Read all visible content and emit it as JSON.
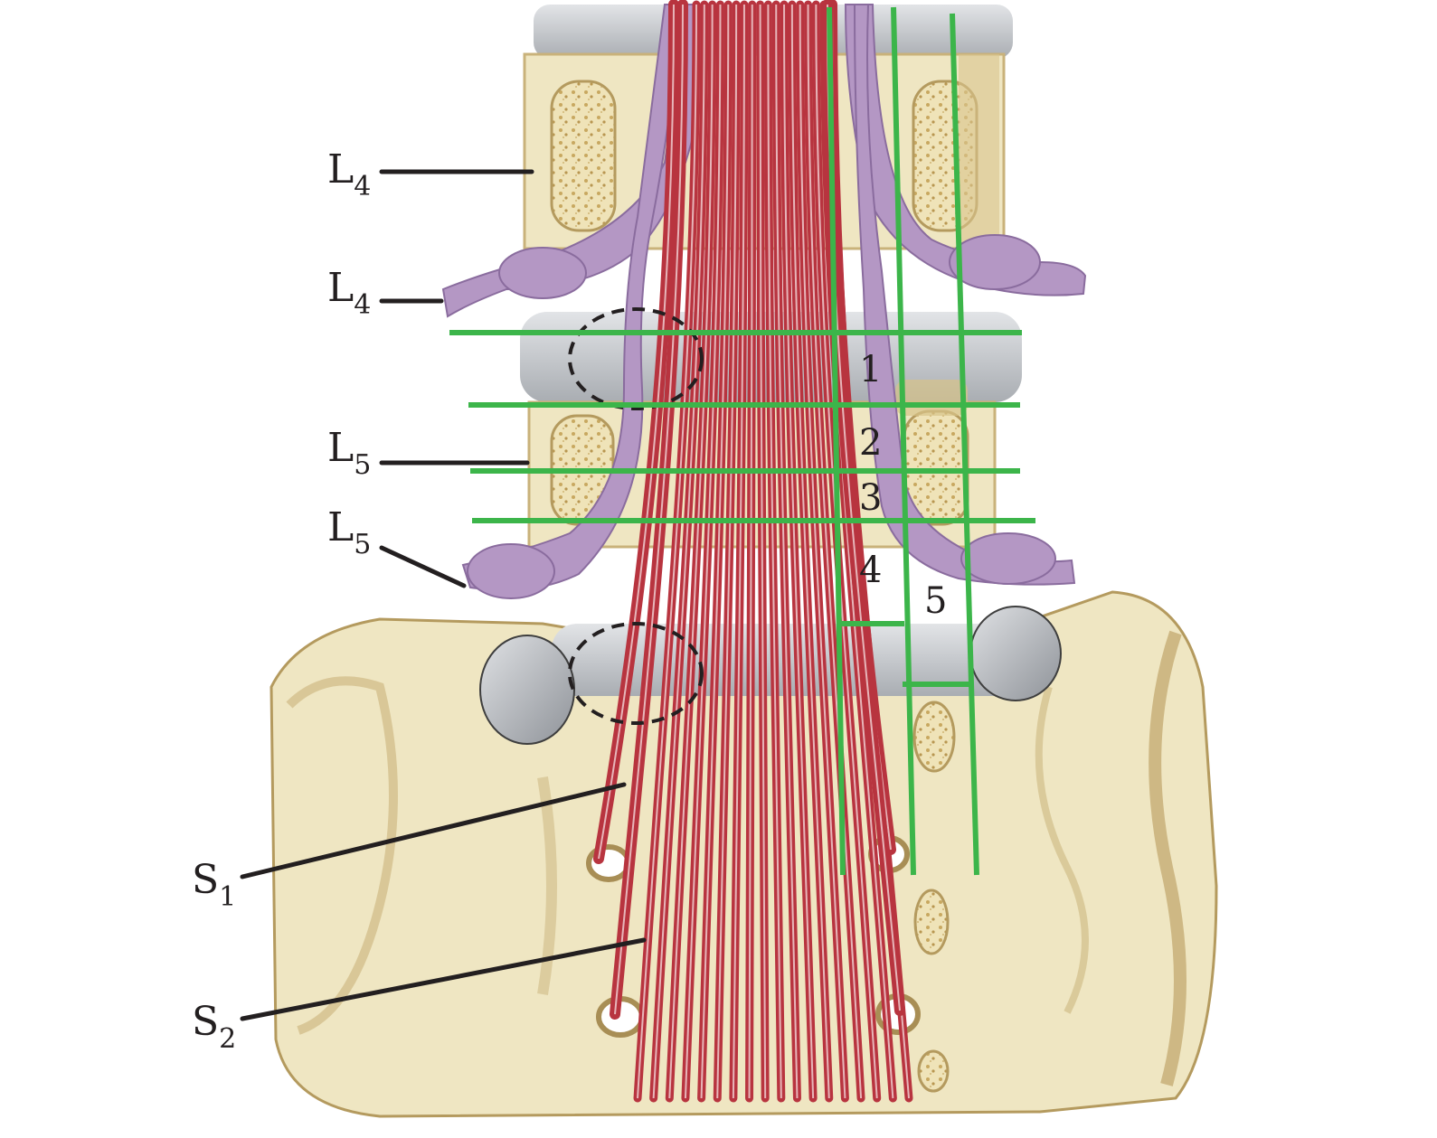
{
  "colors": {
    "background": "#ffffff",
    "bone": "#efe6c2",
    "bone_shadow": "#c9b27a",
    "bone_dark": "#a88e55",
    "disc": "#c9ccd0",
    "nerve_root": "#b497c4",
    "cauda_equina": "#b8343f",
    "zone_line": "#3cb54a",
    "leader_line": "#231f20",
    "dashed_outline": "#231f20"
  },
  "vertebral_labels": [
    {
      "main": "L",
      "sub": "4"
    },
    {
      "main": "L",
      "sub": "4"
    },
    {
      "main": "L",
      "sub": "5"
    },
    {
      "main": "L",
      "sub": "5"
    },
    {
      "main": "S",
      "sub": "1"
    },
    {
      "main": "S",
      "sub": "2"
    }
  ],
  "zone_numbers": [
    "1",
    "2",
    "3",
    "4",
    "5"
  ]
}
